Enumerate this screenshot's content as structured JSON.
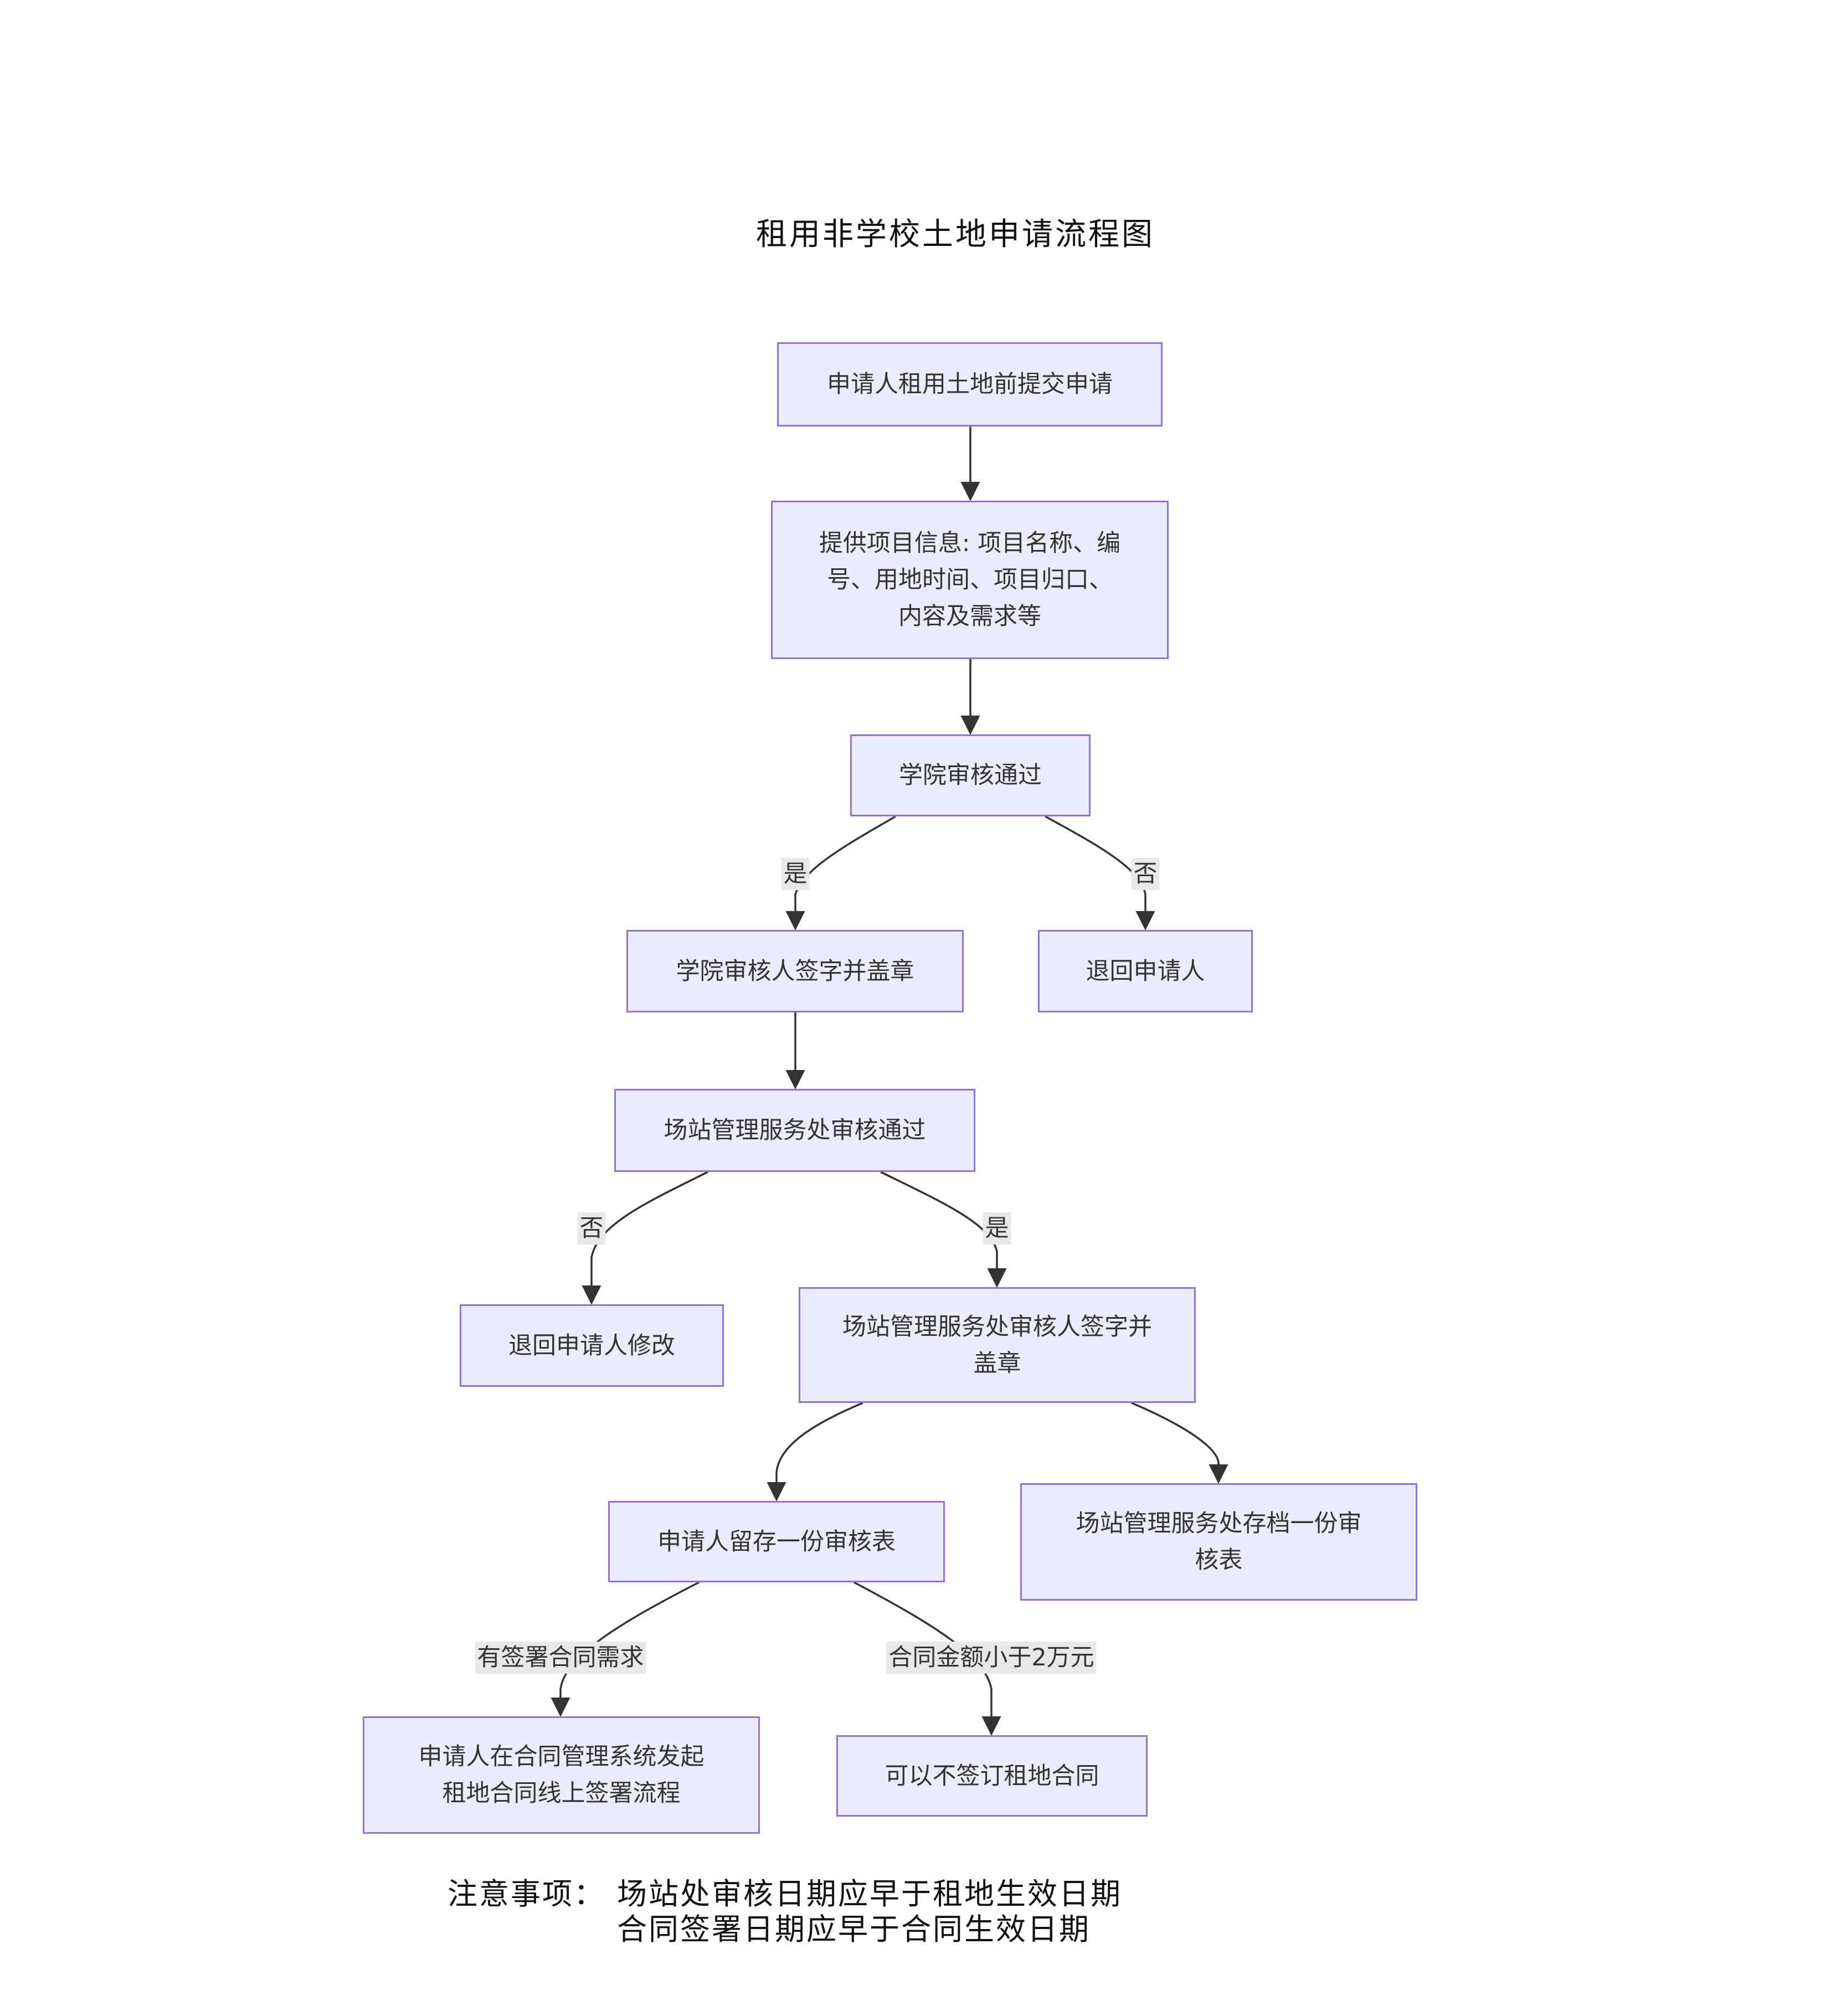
{
  "title": "租用非学校土地申请流程图",
  "nodes": {
    "n1": "申请人租用土地前提交申请",
    "n2": "提供项目信息: 项目名称、编号、用地时间、项目归口、内容及需求等",
    "n3": "学院审核通过",
    "n4": "学院审核人签字并盖章",
    "n5": "退回申请人",
    "n6": "场站管理服务处审核通过",
    "n7": "退回申请人修改",
    "n8": "场站管理服务处审核人签字并盖章",
    "n9": "申请人留存一份审核表",
    "n10": "场站管理服务处存档一份审核表",
    "n11": "申请人在合同管理系统发起租地合同线上签署流程",
    "n12": "可以不签订租地合同"
  },
  "edge_labels": {
    "e3_4": "是",
    "e3_5": "否",
    "e6_7": "否",
    "e6_8": "是",
    "e9_11": "有签署合同需求",
    "e9_12": "合同金额小于2万元"
  },
  "notes": {
    "prefix": "注意事项：",
    "line1": "场站处审核日期应早于租地生效日期",
    "line2": "合同签署日期应早于合同生效日期"
  },
  "colors": {
    "node_fill": "#ECECFF",
    "node_border": "#9370DB",
    "edge": "#333333",
    "label_bg": "#e8e8e8"
  }
}
